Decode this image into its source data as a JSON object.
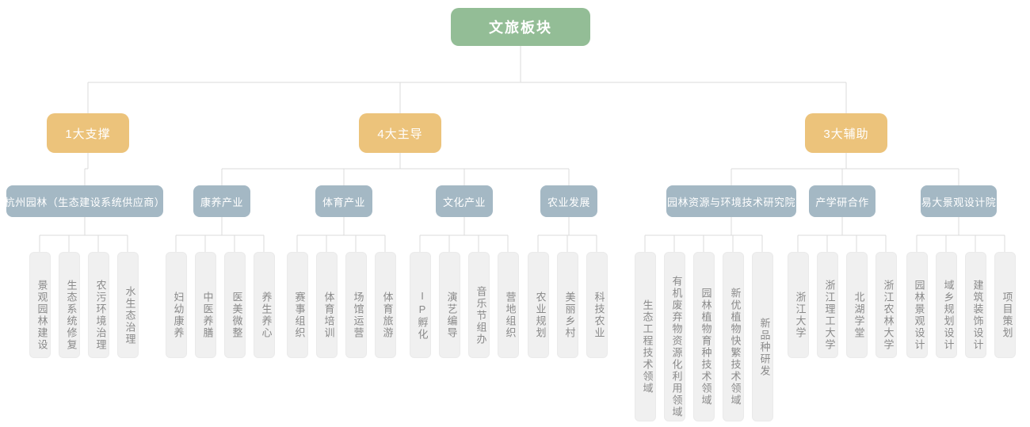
{
  "root": {
    "label": "文旅板块"
  },
  "branches": [
    {
      "label": "1大支撑",
      "groups": [
        {
          "label": "杭州园林（生态建设系统供应商）",
          "items": [
            "景观园林建设",
            "生态系统修复",
            "农污环境治理",
            "水生态治理"
          ]
        }
      ]
    },
    {
      "label": "4大主导",
      "groups": [
        {
          "label": "康养产业",
          "items": [
            "妇幼康养",
            "中医养膳",
            "医美微整",
            "养生养心"
          ]
        },
        {
          "label": "体育产业",
          "items": [
            "赛事组织",
            "体育培训",
            "场馆运营",
            "体育旅游"
          ]
        },
        {
          "label": "文化产业",
          "items": [
            "IP孵化",
            "演艺编导",
            "音乐节组办",
            "营地组织"
          ]
        },
        {
          "label": "农业发展",
          "items": [
            "农业规划",
            "美丽乡村",
            "科技农业"
          ]
        }
      ]
    },
    {
      "label": "3大辅助",
      "groups": [
        {
          "label": "园林资源与环境技术研究院",
          "items": [
            "生态工程技术领域",
            "有机废弃物资源化利用领域",
            "园林植物育种技术领域",
            "新优植物快繁技术领域",
            "新品种研发"
          ]
        },
        {
          "label": "产学研合作",
          "items": [
            "浙江大学",
            "浙江理工大学",
            "北湖学堂",
            "浙江农林大学"
          ]
        },
        {
          "label": "易大景观设计院",
          "items": [
            "园林景观设计",
            "域乡规划设计",
            "建筑装饰设计",
            "项目策划"
          ]
        }
      ]
    }
  ],
  "colors": {
    "root_bg": "#93BD96",
    "branch_bg": "#ECC37B",
    "group_bg": "#A4B8C4",
    "leaf_bg": "#F0F0F0",
    "leaf_text": "#8A8A8A",
    "node_text": "#FFFFFF",
    "connector_line": "#DBDBDB"
  }
}
